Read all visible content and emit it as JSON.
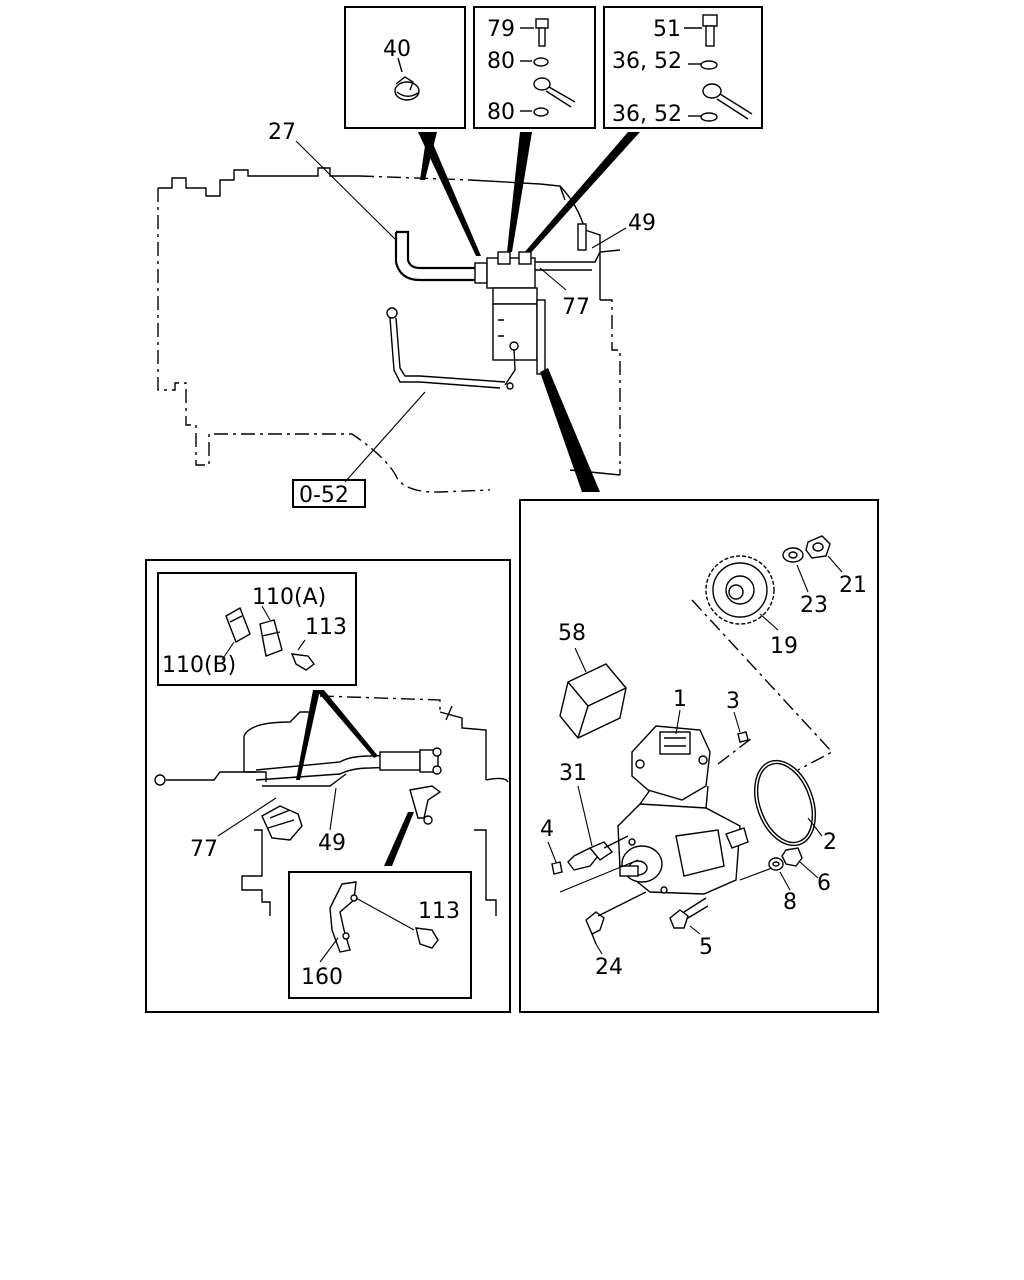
{
  "callouts": {
    "p40": "40",
    "p79": "79",
    "p80a": "80",
    "p80b": "80",
    "p51": "51",
    "p3652a": "36, 52",
    "p3652b": "36, 52",
    "p27": "27",
    "p49top": "49",
    "p77top": "77",
    "ref052": "0-52",
    "p110a": "110(A)",
    "p110b": "110(B)",
    "p113a": "113",
    "p77bl": "77",
    "p49bl": "49",
    "p113b": "113",
    "p160": "160",
    "p58": "58",
    "p19": "19",
    "p23": "23",
    "p21": "21",
    "p1": "1",
    "p3": "3",
    "p31": "31",
    "p4": "4",
    "p2": "2",
    "p6": "6",
    "p8": "8",
    "p24": "24",
    "p5": "5"
  }
}
